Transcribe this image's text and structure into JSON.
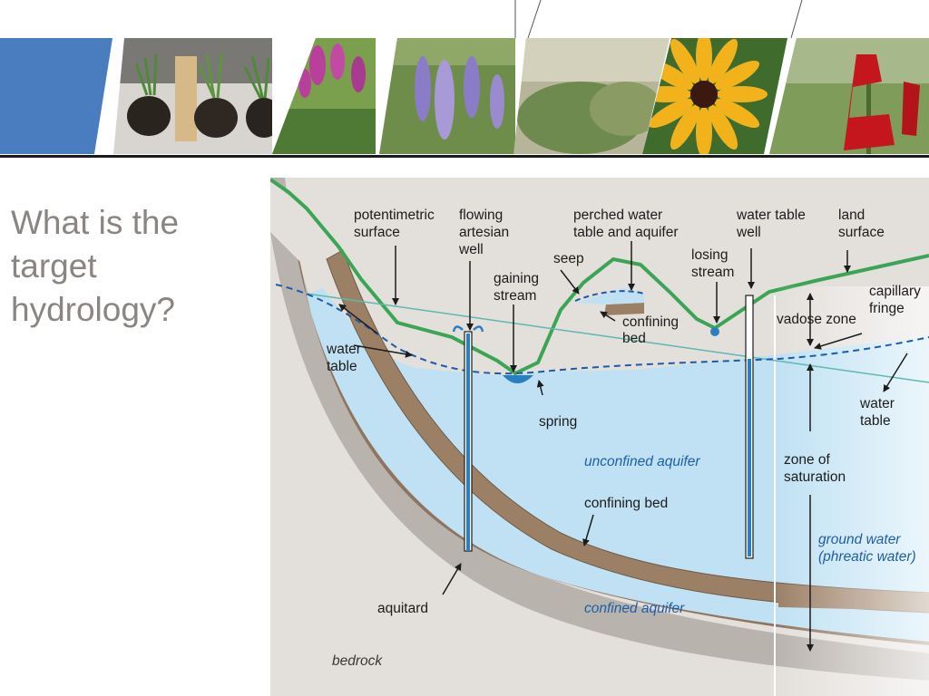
{
  "slide": {
    "title": "What is the target hydrology?",
    "accent_color": "#4a7dbf"
  },
  "banner": {
    "photos": [
      "plant plugs with roots beside ruler",
      "purple blazing star flowers",
      "purple lupine flowers",
      "ornamental grass clump",
      "black-eyed susan flower",
      "red cardinal flower"
    ]
  },
  "diagram": {
    "labels": {
      "potentiometric_surface": [
        "potentimetric",
        "surface"
      ],
      "flowing_artesian_well": [
        "flowing",
        "artesian",
        "well"
      ],
      "perched_water_table": [
        "perched water",
        "table and aquifer"
      ],
      "water_table_well": [
        "water table",
        "well"
      ],
      "land_surface": [
        "land",
        "surface"
      ],
      "seep": "seep",
      "gaining_stream": [
        "gaining",
        "stream"
      ],
      "losing_stream": [
        "losing",
        "stream"
      ],
      "confining_bed_upper": [
        "confining",
        "bed"
      ],
      "capillary_fringe": [
        "capillary",
        "fringe"
      ],
      "vadose_zone": "vadose zone",
      "water_table_left": [
        "water",
        "table"
      ],
      "water_table_right": [
        "water",
        "table"
      ],
      "spring": "spring",
      "unconfined_aquifer": "unconfined aquifer",
      "zone_of_saturation": [
        "zone of",
        "saturation"
      ],
      "confining_bed_lower": "confining bed",
      "ground_water": [
        "ground water",
        "(phreatic water)"
      ],
      "aquitard": "aquitard",
      "confined_aquifer": "confined aquifer",
      "bedrock": "bedrock"
    },
    "colors": {
      "water": "#bfe1f3",
      "ground": "#e3dfdb",
      "grass": "#3aa655",
      "rock": "#b9b3ad",
      "bed": "#9c8066",
      "water_line": "#1d5aa8",
      "well": "#2a7fc0"
    }
  }
}
